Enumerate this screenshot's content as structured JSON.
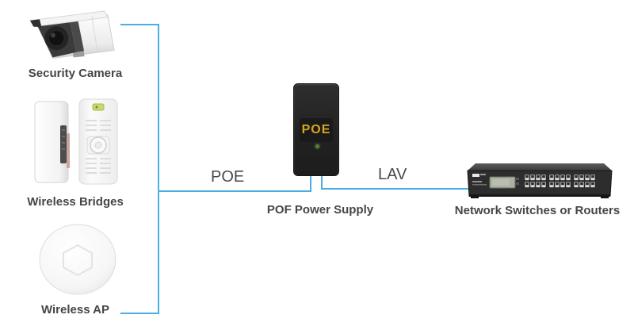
{
  "diagram_type": "network-topology",
  "colors": {
    "wire": "#4aaee2",
    "device_label": "#464646",
    "wire_label": "#4a4a4a",
    "poe_badge_text": "#d7a51e",
    "poe_box": "#222222",
    "switch_body": "#2d2d2d"
  },
  "nodes": {
    "camera": {
      "icon": "security-camera-icon",
      "label": "Security Camera"
    },
    "bridges": {
      "icon": "wireless-bridge-icon",
      "label": "Wireless Bridges"
    },
    "ap": {
      "icon": "wireless-ap-icon",
      "label": "Wireless AP"
    },
    "power_supply": {
      "icon": "poe-injector-icon",
      "label": "POF Power Supply",
      "device_text": "POE"
    },
    "switch": {
      "icon": "network-switch-icon",
      "label": "Network Switches or Routers"
    }
  },
  "links": {
    "left_segment": {
      "label": "POE"
    },
    "right_segment": {
      "label": "LAV"
    }
  }
}
